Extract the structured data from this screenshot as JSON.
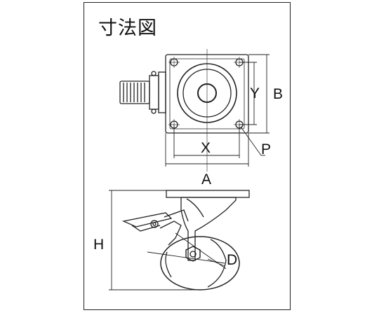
{
  "title": "寸法図",
  "labels": {
    "x": "X",
    "y": "Y",
    "b": "B",
    "p": "P",
    "a": "A",
    "h": "H",
    "d": "D"
  }
}
